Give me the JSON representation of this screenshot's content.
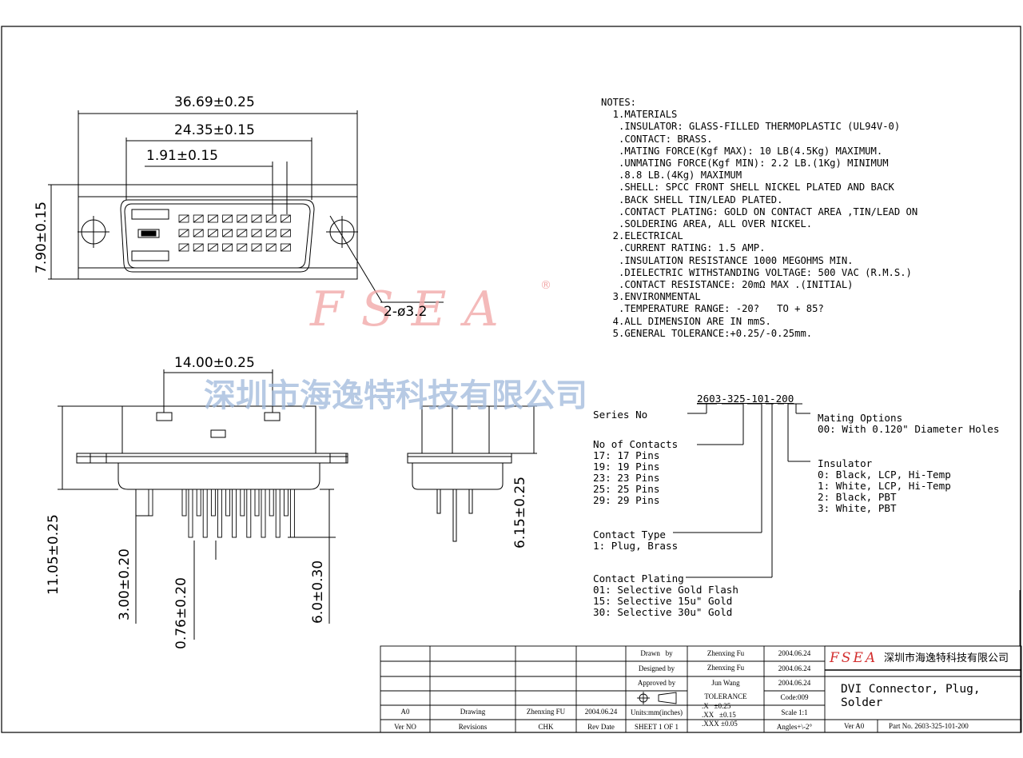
{
  "watermark": {
    "logo": "FSEA",
    "registered": "®",
    "company_cn": "深圳市海逸特科技有限公司"
  },
  "dimensions": {
    "overall_width": "36.69±0.25",
    "mid_width": "24.35±0.15",
    "pitch": "1.91±0.15",
    "height": "7.90±0.15",
    "holes": "2-ø3.2",
    "side_width": "14.00±0.25",
    "total_height": "11.05±0.25",
    "pin_len": "3.00±0.20",
    "pin_dia": "0.76±0.20",
    "tail_len": "6.0±0.30",
    "side_height": "6.15±0.25"
  },
  "notes": [
    "NOTES:",
    "  1.MATERIALS",
    "   .INSULATOR: GLASS-FILLED THERMOPLASTIC (UL94V-0)",
    "   .CONTACT: BRASS.",
    "   .MATING FORCE(Kgf MAX): 10 LB(4.5Kg) MAXIMUM.",
    "   .UNMATING FORCE(Kgf MIN): 2.2 LB.(1Kg) MINIMUM",
    "   .8.8 LB.(4Kg) MAXIMUM",
    "   .SHELL: SPCC FRONT SHELL NICKEL PLATED AND BACK",
    "   .BACK SHELL TIN/LEAD PLATED.",
    "   .CONTACT PLATING: GOLD ON CONTACT AREA ,TIN/LEAD ON",
    "   .SOLDERING AREA, ALL OVER NICKEL.",
    "  2.ELECTRICAL",
    "   .CURRENT RATING: 1.5 AMP.",
    "   .INSULATION RESISTANCE 1000 MEGOHMS MIN.",
    "   .DIELECTRIC WITHSTANDING VOLTAGE: 500 VAC (R.M.S.)",
    "   .CONTACT RESISTANCE: 20mΩ MAX .(INITIAL)",
    "  3.ENVIRONMENTAL",
    "   .TEMPERATURE RANGE: -20?   TO + 85?",
    "  4.ALL DIMENSION ARE IN mmS.",
    "  5.GENERAL TOLERANCE:+0.25/-0.25mm."
  ],
  "part_number": {
    "code": "2603-325-101-200",
    "series": [
      "Series No"
    ],
    "contacts": [
      "No of Contacts",
      "17: 17 Pins",
      "19: 19 Pins",
      "23: 23 Pins",
      "25: 25 Pins",
      "29: 29 Pins"
    ],
    "contact_type": [
      "Contact Type",
      "1: Plug, Brass"
    ],
    "plating": [
      "Contact Plating",
      "01: Selective Gold Flash",
      "15: Selective 15u\" Gold",
      "30: Selective 30u\" Gold"
    ],
    "mating": [
      "Mating Options",
      "00: With 0.120\" Diameter Holes"
    ],
    "insulator": [
      "Insulator",
      "0: Black, LCP, Hi-Temp",
      "1: White, LCP, Hi-Temp",
      "2: Black, PBT",
      "3: White, PBT"
    ]
  },
  "title_block": {
    "rev_row": [
      "A0",
      "Drawing",
      "Zhenxing FU",
      "2004.06.24"
    ],
    "header_row": [
      "Ver NO",
      "Revisions",
      "CHK",
      "Rev Date"
    ],
    "drawn_label": "Drawn   by",
    "drawn_name": "Zhenxing Fu",
    "drawn_date": "2004.06.24",
    "designed_label": "Designed by",
    "designed_name": "Zhenxing Fu",
    "designed_date": "2004.06.24",
    "approved_label": "Approved by",
    "approved_name": "Jun Wang",
    "approved_date": "2004.06.24",
    "tolerance_label": "TOLERANCE",
    "tol_x": ".X   ±0.25",
    "tol_xx": ".XX   ±0.15",
    "tol_xxx": ".XXX ±0.05",
    "code": "Code:009",
    "scale": "Scale 1:1",
    "angles": "Angles+\\-2°",
    "units": "Units:mm(inches)",
    "sheet": "SHEET 1 OF 1",
    "logo": "FSEA",
    "company": "深圳市海逸特科技有限公司",
    "title_line1": "DVI Connector, Plug,",
    "title_line2": "Solder",
    "ver": "Ver A0",
    "part_no": "Part No. 2603-325-101-200"
  }
}
